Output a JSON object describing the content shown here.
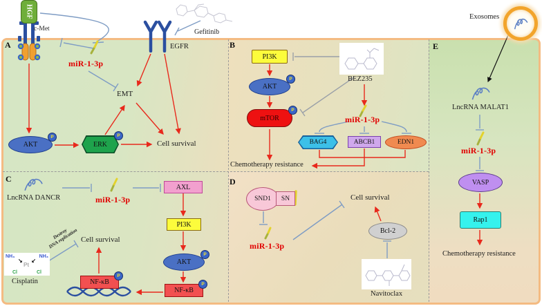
{
  "p_label": "P",
  "colors": {
    "mir_red": "#e10000",
    "arrow_red": "#e8291c",
    "inhibit_blue": "#7e9cc4",
    "inhibit_gray": "#9aa0a8",
    "membrane_border_orange": "#f4bb82",
    "hgf_green": "#6fae3a",
    "receptor_blue": "#2b4fa0",
    "pi3k_yellow": "#fcfc3c",
    "mtor_red": "#ee1111",
    "bag4_cyan": "#3cc0e8",
    "abcb1_lavender": "#cfa8ec",
    "edn1_orange": "#f08a50",
    "axl_pink": "#f2a0ce",
    "nfkb_red": "#f25050",
    "snd1_pink": "#f8c8d8",
    "bcl2_gray": "#d0d0d0",
    "vasp_purple": "#bf8ff0",
    "rap1_cyan": "#35f2ed",
    "exosome_orange": "#f2a42c"
  },
  "icons": {
    "mir_stick": "mir-stick-icon",
    "rna_hairpin": "rna-hairpin-icon",
    "exosome_vesicle": "exosome-icon",
    "dna_helix": "dna-helix-icon",
    "phospho_badge": "phosphorylation-icon"
  },
  "panels": {
    "a": {
      "label": "A",
      "hgf": "HGF",
      "cmet": "c-Met",
      "mir": "miR-1-3p",
      "egfr": "EGFR",
      "gefitinib": "Gefitinib",
      "emt": "EMT",
      "akt": "AKT",
      "erk": "ERK",
      "cell_survival": "Cell survival"
    },
    "b": {
      "label": "B",
      "pi3k": "PI3K",
      "akt": "AKT",
      "mtor": "mTOR",
      "bez235": "BEZ235",
      "mir": "miR-1-3p",
      "bag4": "BAG4",
      "abcb1": "ABCB1",
      "edn1": "EDN1",
      "chemo": "Chemotherapy resistance"
    },
    "c": {
      "label": "C",
      "dancr": "LncRNA DANCR",
      "mir": "miR-1-3p",
      "axl": "AXL",
      "pi3k": "PI3K",
      "akt": "AKT",
      "nfkb_cyto": "NF-κB",
      "nfkb_nuc": "NF-κB",
      "cell_survival": "Cell survival",
      "cisplatin": "Cisplatin",
      "destroy1": "Destroy",
      "destroy2": "DNA replication",
      "nh3_left": "NH₃",
      "nh3_right": "NH₃",
      "pt": "Pt",
      "cl_left": "Cl",
      "cl_right": "Cl"
    },
    "d": {
      "label": "D",
      "snd1": "SND1",
      "sn": "SN",
      "mir": "miR-1-3p",
      "cell_survival": "Cell survival",
      "bcl2": "Bcl-2",
      "navitoclax": "Navitoclax"
    },
    "e": {
      "label": "E",
      "exosomes": "Exosomes",
      "malat1": "LncRNA MALAT1",
      "mir": "miR-1-3p",
      "vasp": "VASP",
      "rap1": "Rap1",
      "chemo": "Chemotherapy resistance"
    }
  }
}
